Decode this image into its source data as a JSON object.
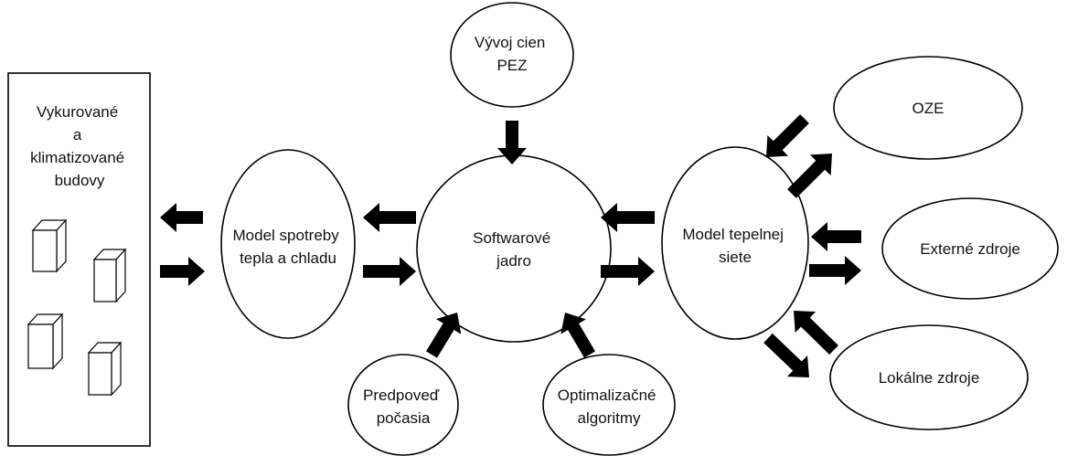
{
  "colors": {
    "stroke": "#000000",
    "fill": "#ffffff",
    "arrow": "#000000",
    "text": "#111111"
  },
  "nodes": {
    "buildings": {
      "lines": [
        "Vykurované",
        "a",
        "klimatizované",
        "budovy"
      ]
    },
    "consumption_model": {
      "lines": [
        "Model spotreby",
        "tepla a chladu"
      ]
    },
    "software_core": {
      "lines": [
        "Softwarové",
        "jadro"
      ]
    },
    "pez": {
      "lines": [
        "Vývoj cien",
        "PEZ"
      ]
    },
    "forecast": {
      "lines": [
        "Predpoveď",
        "počasia"
      ]
    },
    "optimization": {
      "lines": [
        "Optimalizačné",
        "algoritmy"
      ]
    },
    "heat_network_model": {
      "lines": [
        "Model tepelnej",
        "siete"
      ]
    },
    "oze": {
      "lines": [
        "OZE"
      ]
    },
    "external_sources": {
      "lines": [
        "Externé zdroje"
      ]
    },
    "local_sources": {
      "lines": [
        "Lokálne zdroje"
      ]
    }
  },
  "icons": {
    "building_boxes": "building-box-icon",
    "arrows": "arrow-icon"
  }
}
